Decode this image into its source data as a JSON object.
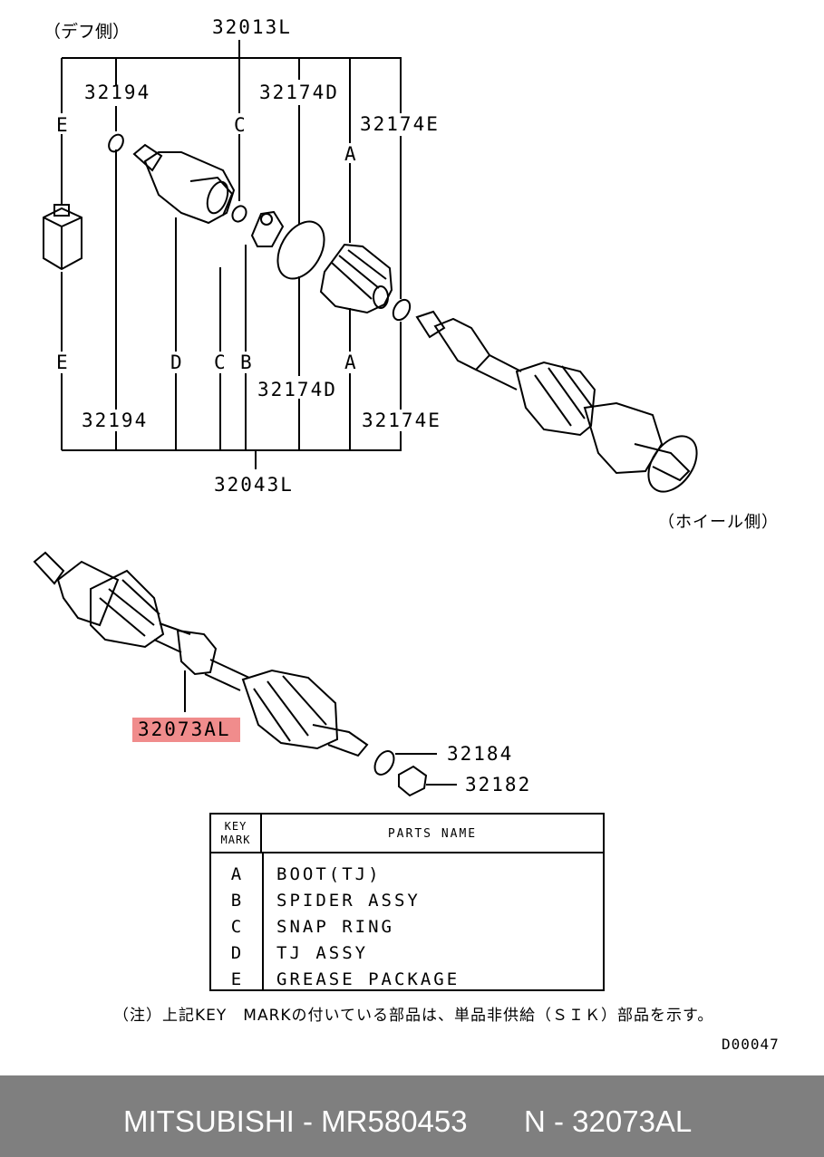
{
  "labels": {
    "diff_side": "（デフ側）",
    "wheel_side": "（ホイール側）",
    "top_assembly": "32013L",
    "bottom_assembly": "32043L",
    "p32194_top": "32194",
    "p32194_bottom": "32194",
    "p32174d_top": "32174D",
    "p32174d_bottom": "32174D",
    "p32174e_top": "32174E",
    "p32174e_bottom": "32174E",
    "drive_shaft": "32073AL",
    "p32184": "32184",
    "p32182": "32182"
  },
  "key_letters": {
    "e_top": "E",
    "c_top": "C",
    "a_top": "A",
    "e_bottom": "E",
    "d_bottom": "D",
    "c_bottom": "C",
    "b_bottom": "B",
    "a_bottom": "A"
  },
  "key_table": {
    "header_key": "KEY MARK",
    "header_key_line1": "KEY",
    "header_key_line2": "MARK",
    "header_name": "PARTS NAME",
    "rows": [
      {
        "key": "A",
        "name": "BOOT(TJ)"
      },
      {
        "key": "B",
        "name": "SPIDER ASSY"
      },
      {
        "key": "C",
        "name": "SNAP RING"
      },
      {
        "key": "D",
        "name": "TJ ASSY"
      },
      {
        "key": "E",
        "name": "GREASE PACKAGE"
      }
    ]
  },
  "note": "（注）上記KEY　MARKの付いている部品は、単品非供給（ＳＩＫ）部品を示す。",
  "diagram_code": "D00047",
  "footer": {
    "brand_text": "MITSUBISHI - MR580453",
    "part_text": "N - 32073AL",
    "bg_color": "#7f7f7f"
  },
  "highlight_color": "#f08c8c"
}
